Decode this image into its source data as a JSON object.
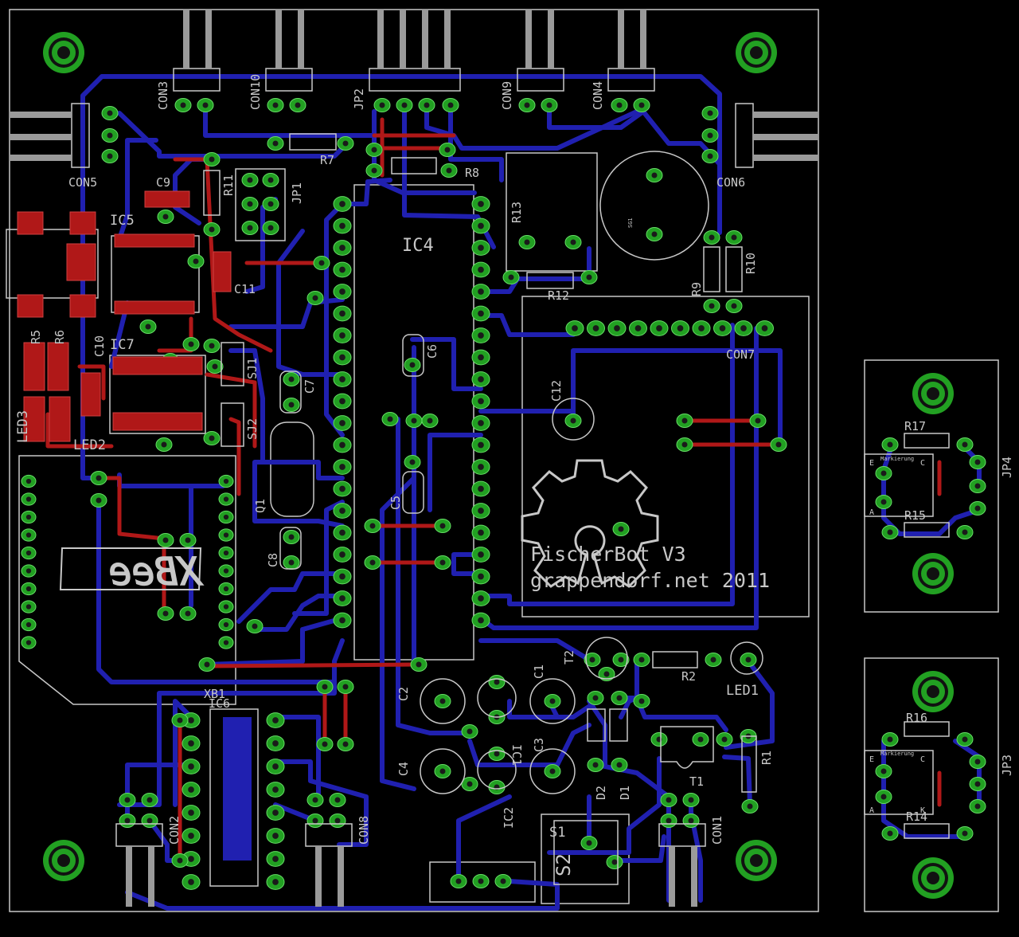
{
  "title_lines": [
    "FischerBot V3",
    "grappendorf.net 2011"
  ],
  "chip_labels": {
    "ic4": "IC4",
    "ic5": "IC5",
    "ic7": "IC7",
    "ic6": "IC6",
    "ic1": "IC1",
    "ic2": "IC2"
  },
  "connector_labels": {
    "con3": "CON3",
    "con10": "CON10",
    "jp2": "JP2",
    "con9": "CON9",
    "con4": "CON4",
    "con5": "CON5",
    "con6": "CON6",
    "con7": "CON7",
    "con2": "CON2",
    "con8": "CON8",
    "con1": "CON1",
    "jp1": "JP1",
    "jp3": "JP3",
    "jp4": "JP4",
    "sj1": "SJ1",
    "sj2": "SJ2"
  },
  "component_labels": {
    "r1": "R1",
    "r2": "R2",
    "r5": "R5",
    "r6": "R6",
    "r7": "R7",
    "r8": "R8",
    "r9": "R9",
    "r10": "R10",
    "r11": "R11",
    "r12": "R12",
    "r13": "R13",
    "r14": "R14",
    "r15": "R15",
    "r16": "R16",
    "r17": "R17",
    "c1": "C1",
    "c2": "C2",
    "c3": "C3",
    "c4": "C4",
    "c5": "C5",
    "c6": "C6",
    "c7": "C7",
    "c8": "C8",
    "c9": "C9",
    "c10": "C10",
    "c11": "C11",
    "c12": "C12",
    "d1": "D1",
    "d2": "D2",
    "t1": "T1",
    "t2": "T2",
    "q1": "Q1",
    "sg1": "SG1",
    "led1": "LED1",
    "led2": "LED2",
    "led3": "LED3",
    "s1": "S1",
    "s2": "S2",
    "xb1": "XB1",
    "xbee_logo": "XBee"
  },
  "small_marks": {
    "markierung": "Markierung",
    "e": "E",
    "c": "C",
    "a": "A",
    "k": "K"
  },
  "colors": {
    "background": "#000000",
    "bottom_trace": "#2020b0",
    "top_trace": "#b01818",
    "pad": "#20b020",
    "silkscreen": "#c8c8c8",
    "outline": "#c8c8c8"
  }
}
